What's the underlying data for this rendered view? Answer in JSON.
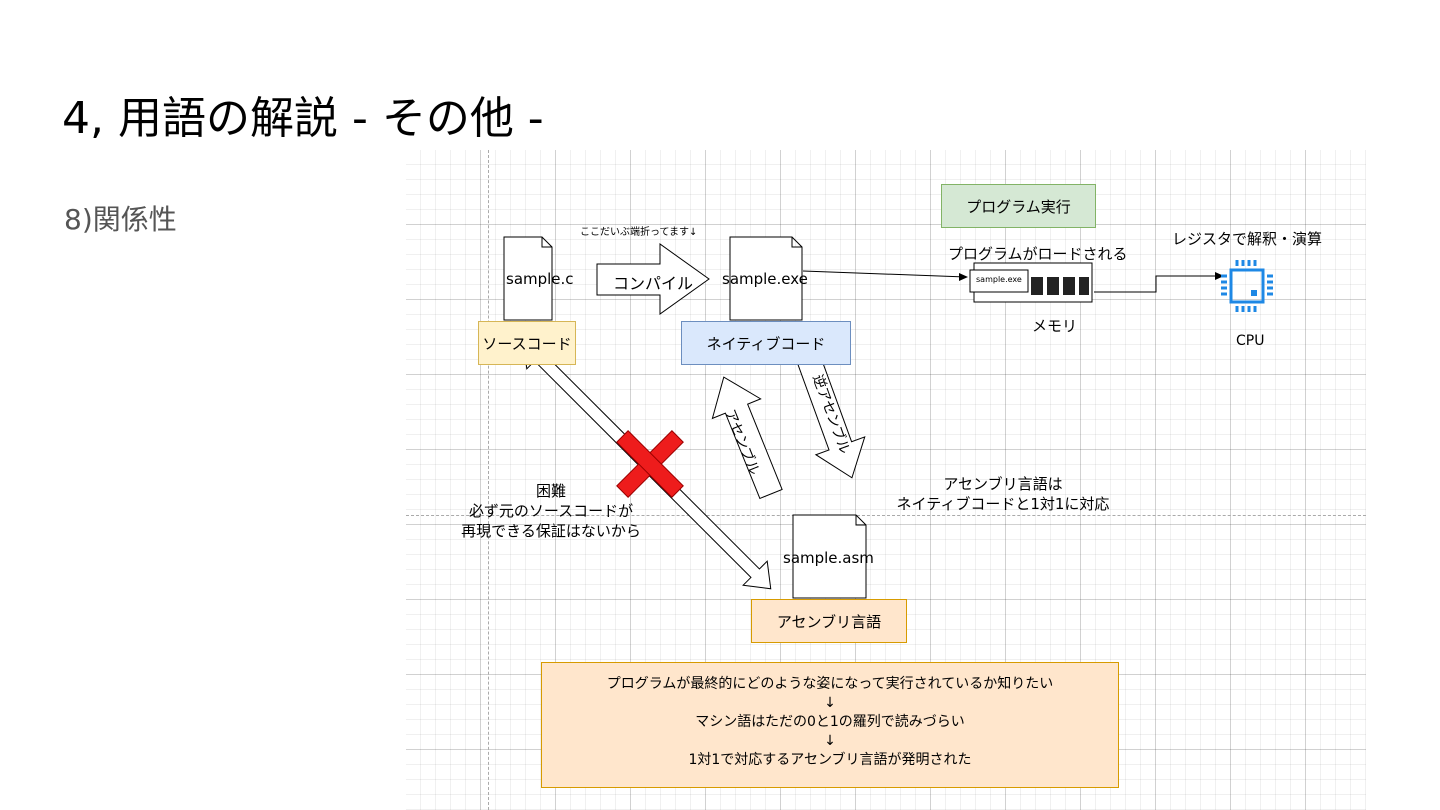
{
  "slide": {
    "title": "4, 用語の解説 - その他 -",
    "subtitle": "8)関係性"
  },
  "diagram": {
    "files": {
      "source": "sample.c",
      "native": "sample.exe",
      "asm": "sample.asm",
      "memory_chip": "sample.exe"
    },
    "labels": {
      "source_code": "ソースコード",
      "native_code": "ネイティブコード",
      "assembly": "アセンブリ言語",
      "program_exec": "プログラム実行",
      "compile": "コンパイル",
      "note_small": "ここだいぶ端折ってます↓",
      "loaded": "プログラムがロードされる",
      "register": "レジスタで解釈・演算",
      "memory": "メモリ",
      "cpu": "CPU",
      "assemble": "アセンブル",
      "disassemble": "逆アセンブル",
      "difficult_1": "困難",
      "difficult_2": "必ず元のソースコードが",
      "difficult_3": "再現できる保証はないから",
      "asm_note_1": "アセンブリ言語は",
      "asm_note_2": "ネイティブコードと1対1に対応"
    },
    "summary": {
      "line1": "プログラムが最終的にどのような姿になって実行されているか知りたい",
      "arrow1": "↓",
      "line2": "マシン語はただの0と1の羅列で読みづらい",
      "arrow2": "↓",
      "line3": "1対1で対応するアセンブリ言語が発明された"
    },
    "colors": {
      "source_fill": "#fff2cc",
      "source_stroke": "#d6b656",
      "native_fill": "#dae8fc",
      "native_stroke": "#6c8ebf",
      "asm_fill": "#ffe6cc",
      "asm_stroke": "#d79b00",
      "exec_fill": "#d5e8d4",
      "exec_stroke": "#82b366",
      "cross": "#ee1c1c",
      "cpu": "#1e88e5"
    }
  }
}
